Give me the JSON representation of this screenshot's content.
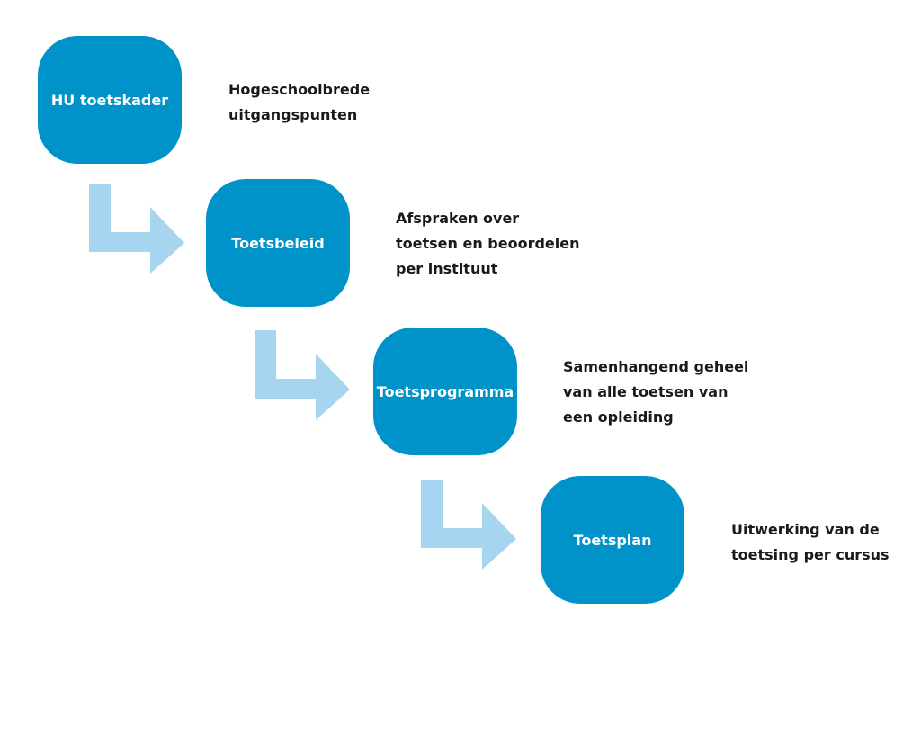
{
  "colors": {
    "box": "#0093c9",
    "arrow": "#a7d4ef",
    "text": "#1a1a1a"
  },
  "steps": [
    {
      "label": "HU toetskader",
      "description": [
        "Hogeschoolbrede",
        "uitgangspunten"
      ]
    },
    {
      "label": "Toetsbeleid",
      "description": [
        "Afspraken over",
        "toetsen en beoordelen",
        "per instituut"
      ]
    },
    {
      "label": "Toetsprogramma",
      "description": [
        "Samenhangend geheel",
        "van alle toetsen van",
        "een opleiding"
      ]
    },
    {
      "label": "Toetsplan",
      "description": [
        "Uitwerking van de",
        "toetsing per cursus"
      ]
    }
  ],
  "arrows": [
    {
      "icon": "bent-arrow-right-icon"
    },
    {
      "icon": "bent-arrow-right-icon"
    },
    {
      "icon": "bent-arrow-right-icon"
    }
  ]
}
